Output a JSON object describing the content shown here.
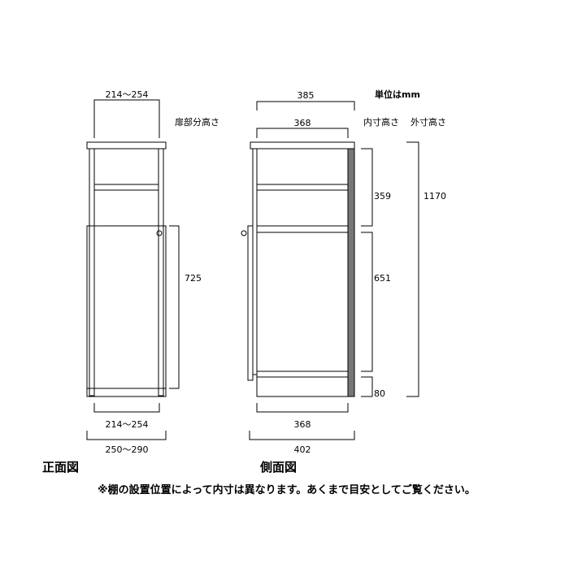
{
  "unit_label": "単位はmm",
  "front_view": {
    "title": "正面図",
    "door_label": "扉部分高さ",
    "dim_top_width": "214〜254",
    "dim_bottom_inner_width": "214〜254",
    "dim_bottom_outer_width": "250〜290",
    "dim_door_height": "725"
  },
  "side_view": {
    "title": "側面図",
    "inner_height_label": "内寸高さ",
    "outer_height_label": "外寸高さ",
    "dim_outer_depth_top": "385",
    "dim_inner_depth_top": "368",
    "dim_inner_depth_bottom": "368",
    "dim_outer_depth_bottom": "402",
    "dim_upper_height": "359",
    "dim_lower_height": "651",
    "dim_base_height": "80",
    "dim_total_height": "1170"
  },
  "note": "※棚の設置位置によって内寸は異なります。あくまで目安としてご覧ください。",
  "colors": {
    "line": "#000000",
    "back_panel": "#777777",
    "background": "#ffffff"
  }
}
